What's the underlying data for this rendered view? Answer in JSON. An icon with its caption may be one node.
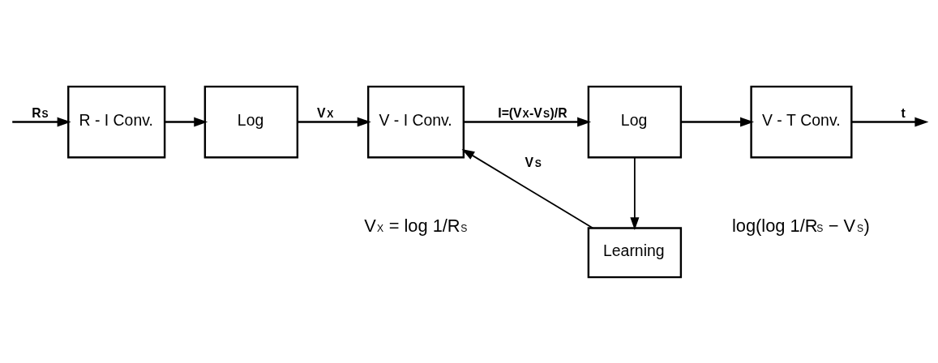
{
  "diagram": {
    "nodes": [
      {
        "text": [
          "R - I Conv."
        ]
      },
      {
        "text": [
          "Log"
        ]
      },
      {
        "text": [
          "V - I Conv."
        ]
      },
      {
        "text": [
          "Log"
        ]
      },
      {
        "text": [
          "V - T Conv."
        ]
      },
      {
        "text": [
          "Learning"
        ]
      }
    ],
    "edges": [
      {
        "from": null,
        "to": 0,
        "arrow": "to",
        "label": "R$_{S}$"
      },
      {
        "from": 0,
        "to": 1,
        "arrow": "to"
      },
      {
        "from": 1,
        "to": 2,
        "arrow": "to",
        "label": "V$_{X}$"
      },
      {
        "from": 2,
        "to": 3,
        "arrow": "to",
        "label": "I=(V$_{X}$-V$_{S}$)/R"
      },
      {
        "from": 3,
        "to": 4,
        "arrow": "to"
      },
      {
        "from": 4,
        "to": null,
        "arrow": "to",
        "label": "t"
      },
      {
        "from": 3,
        "to": 5,
        "arrow": "to"
      },
      {
        "from": 5,
        "to": 2,
        "arrow": "to",
        "label": "V$_{S}$"
      }
    ],
    "labels": [
      "V$_{X}$ = log 1/R$_{S}$",
      "log(log 1/R$_{S}$ − V$_{S}$)"
    ]
  }
}
